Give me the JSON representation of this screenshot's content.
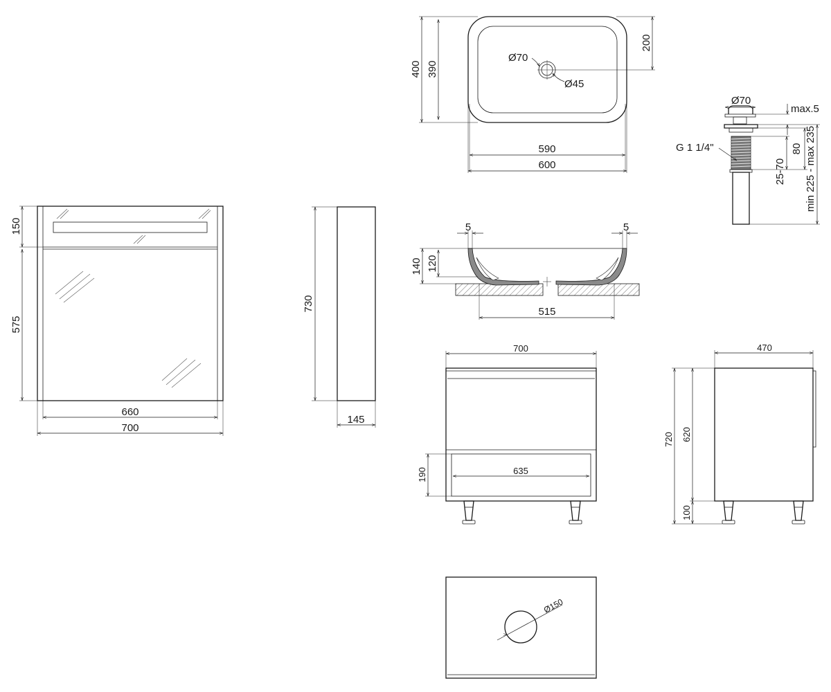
{
  "mirror_cabinet": {
    "dim_150": "150",
    "dim_575": "575",
    "dim_660": "660",
    "dim_700": "700"
  },
  "mirror_side": {
    "dim_730": "730",
    "dim_145": "145"
  },
  "basin_top": {
    "dim_400": "400",
    "dim_390": "390",
    "dim_200": "200",
    "dim_590": "590",
    "dim_600": "600",
    "dia_70": "Ø70",
    "dia_45": "Ø45"
  },
  "basin_section": {
    "dim_5_left": "5",
    "dim_5_right": "5",
    "dim_140": "140",
    "dim_120": "120",
    "dim_515": "515"
  },
  "drain": {
    "dia_70": "Ø70",
    "max5": "max.5",
    "thread": "G 1 1/4\"",
    "dim_80": "80",
    "dim_25_70": "25-70",
    "dim_height": "min 225 - max 235"
  },
  "vanity_front": {
    "dim_700": "700",
    "dim_190": "190",
    "dim_635": "635"
  },
  "vanity_side": {
    "dim_470": "470",
    "dim_720": "720",
    "dim_620": "620",
    "dim_100": "100"
  },
  "countertop": {
    "dia_150": "Ø150"
  }
}
